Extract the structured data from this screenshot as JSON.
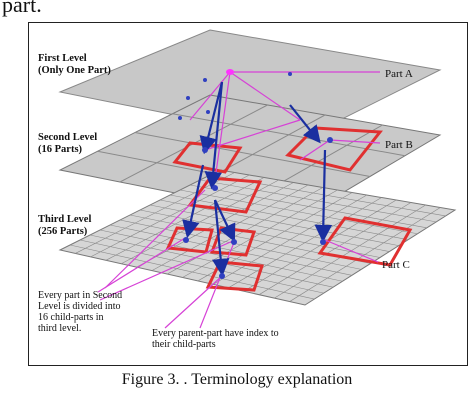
{
  "top_text": "part.",
  "caption": "Figure 3.   . Terminology explanation",
  "levels": [
    {
      "line1": "First Level",
      "line2": "(Only One Part)"
    },
    {
      "line1": "Second Level",
      "line2": "(16 Parts)"
    },
    {
      "line1": "Third Level",
      "line2": "(256 Parts)"
    }
  ],
  "part_labels": [
    "Part A",
    "Part B",
    "Part C"
  ],
  "notes": [
    [
      "Every part in Second",
      "Level is divided into",
      "16 child-parts in",
      "third level."
    ],
    [
      "Every parent-part have index to",
      "their child-parts"
    ]
  ],
  "colors": {
    "highlight": "#e03030",
    "pointer": "#d642d6",
    "arrow": "#1a2fa0",
    "plane": "#c8c8c8"
  }
}
